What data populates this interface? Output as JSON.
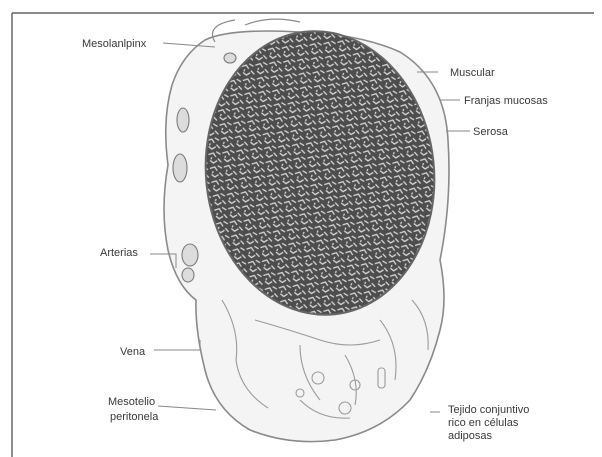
{
  "figure": {
    "labels": {
      "mesosalpinx": "Mesolanlpinx",
      "muscular": "Muscular",
      "franjas": "Franjas mucosas",
      "serosa": "Serosa",
      "arterias": "Arterias",
      "vena": "Vena",
      "mesotelio_1": "Mesotelio",
      "mesotelio_2": "peritonela",
      "tejido_1": "Tejido conjuntivo",
      "tejido_2": "rico en células",
      "tejido_3": "adiposas"
    },
    "colors": {
      "frame": "#444444",
      "leader": "#888888",
      "outline": "#8a8a8a",
      "lumen": "#4d4d4d",
      "lumen_light": "#d8d8d8",
      "wall": "#f4f4f4"
    }
  }
}
